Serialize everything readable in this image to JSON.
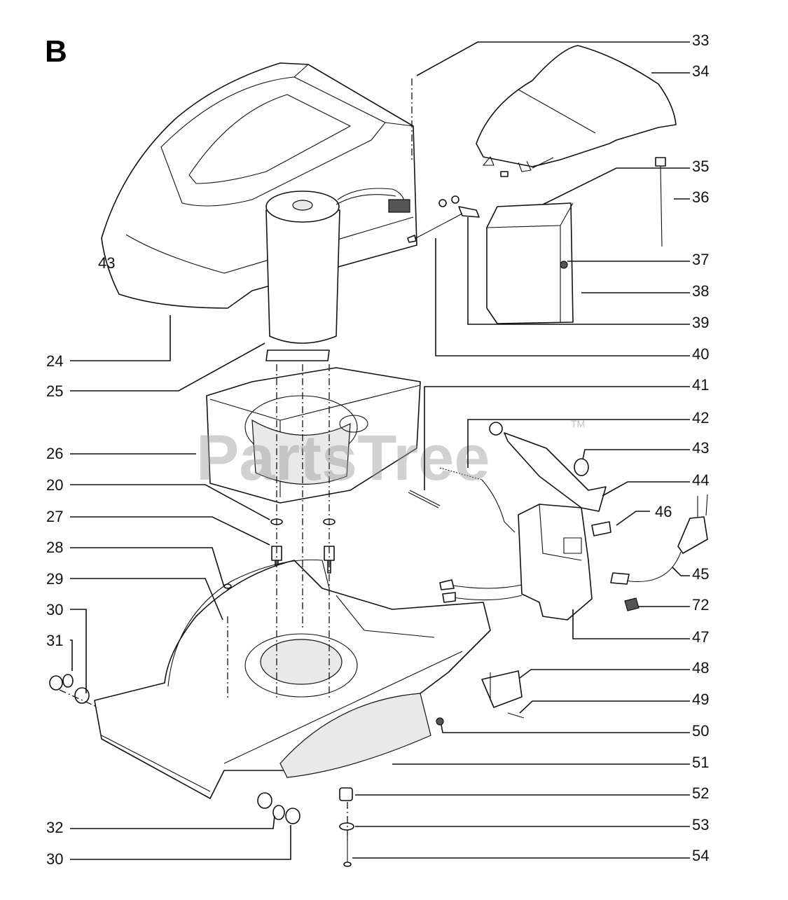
{
  "section_letter": "B",
  "watermark": "PartsTree",
  "watermark_tm": "TM",
  "callouts_right": [
    "33",
    "34",
    "35",
    "36",
    "37",
    "38",
    "39",
    "40",
    "41",
    "42",
    "43",
    "44",
    "45",
    "72",
    "47",
    "48",
    "49",
    "50",
    "51",
    "52",
    "53",
    "54"
  ],
  "callouts_left": [
    "24",
    "25",
    "26",
    "20",
    "27",
    "28",
    "29",
    "30",
    "31",
    "32",
    "30"
  ],
  "callout_inline": {
    "hood_label": "43",
    "plug_label": "46"
  }
}
